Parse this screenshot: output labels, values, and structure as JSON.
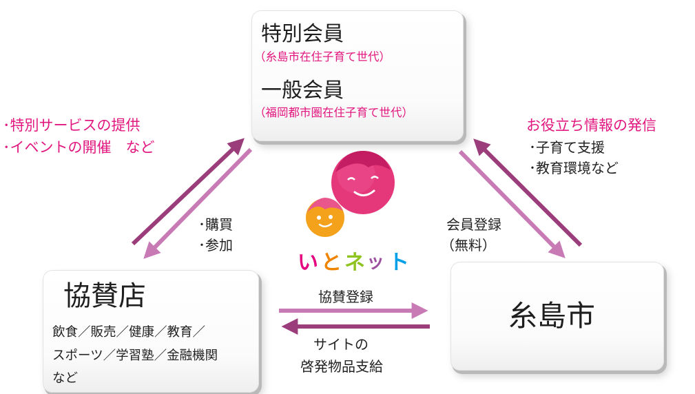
{
  "members": {
    "special_title": "特別会員",
    "special_sub": "（糸島市在住子育て世代）",
    "general_title": "一般会員",
    "general_sub": "（福岡都市圏在住子育て世代）"
  },
  "sponsor": {
    "title": "協賛店",
    "line1": "飲食／販売／健康／教育／",
    "line2": "スポーツ／学習塾／金融機関",
    "line3": "など"
  },
  "city": {
    "title": "糸島市"
  },
  "left_labels": {
    "service1": "･特別サービスの提供",
    "service2": "･イベントの開催　など",
    "action1": "･購買",
    "action2": "･参加"
  },
  "right_labels": {
    "info_title": "お役立ち情報の発信",
    "info1": "･子育て支援",
    "info2": "･教育環境など",
    "register1": "会員登録",
    "register2": "（無料）"
  },
  "bottom_labels": {
    "sponsor_register": "協賛登録",
    "site_support1": "サイトの",
    "site_support2": "啓発物品支給"
  },
  "logo": {
    "name": "いとネット",
    "letters": [
      "い",
      "と",
      "ネ",
      "ッ",
      "ト"
    ],
    "letter_colors": [
      "#e4007f",
      "#f08300",
      "#8fc31f",
      "#9b4f9e",
      "#00a0e9"
    ]
  },
  "colors": {
    "accent_pink": "#e2177f",
    "arrow_dark": "#9b3d7a",
    "arrow_light": "#c87ab4"
  }
}
